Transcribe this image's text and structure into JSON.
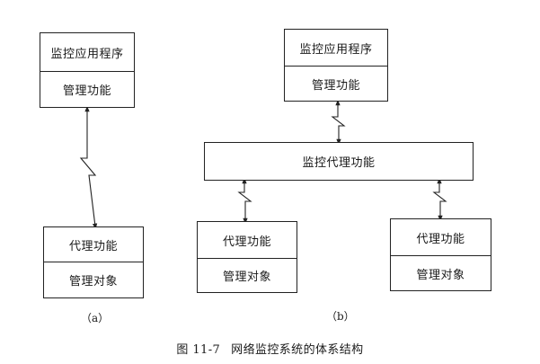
{
  "diagram_a": {
    "manager_box": {
      "top_label": "监控应用程序",
      "bottom_label": "管理功能"
    },
    "agent_box": {
      "top_label": "代理功能",
      "bottom_label": "管理对象"
    },
    "caption": "（a）"
  },
  "diagram_b": {
    "manager_box": {
      "top_label": "监控应用程序",
      "bottom_label": "管理功能"
    },
    "proxy_box": {
      "label": "监控代理功能"
    },
    "agent_left": {
      "top_label": "代理功能",
      "bottom_label": "管理对象"
    },
    "agent_right": {
      "top_label": "代理功能",
      "bottom_label": "管理对象"
    },
    "caption": "（b）"
  },
  "figure": {
    "number": "图 11-7",
    "title": "网络监控系统的体系结构"
  }
}
